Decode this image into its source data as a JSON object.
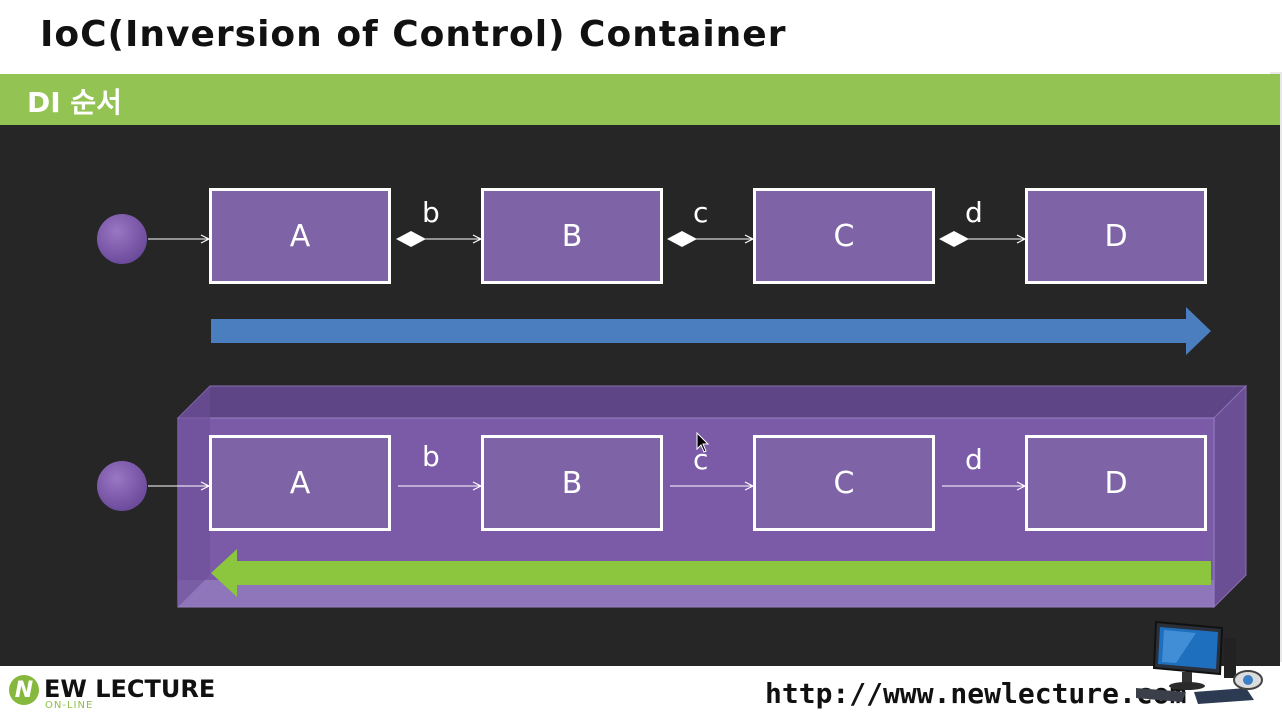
{
  "slide": {
    "title": "IoC(Inversion of Control) Container",
    "section": "DI 순서"
  },
  "diagram": {
    "top_flow": {
      "nodes": [
        "A",
        "B",
        "C",
        "D"
      ],
      "edge_labels": [
        "b",
        "c",
        "d"
      ],
      "arrow_direction": "right",
      "arrow_color": "#4a7ebf"
    },
    "bottom_flow": {
      "nodes": [
        "A",
        "B",
        "C",
        "D"
      ],
      "edge_labels": [
        "b",
        "c",
        "d"
      ],
      "arrow_direction": "left",
      "arrow_color": "#8cc63e",
      "container_color": "#7b5ba8"
    }
  },
  "footer": {
    "logo_letter": "N",
    "logo_text": "EW LECTURE",
    "logo_sub": "ON-LINE",
    "url": "http://www.newlecture.com"
  },
  "colors": {
    "section_bar": "#92c353",
    "background": "#262626",
    "node_fill": "#7e64a6"
  }
}
